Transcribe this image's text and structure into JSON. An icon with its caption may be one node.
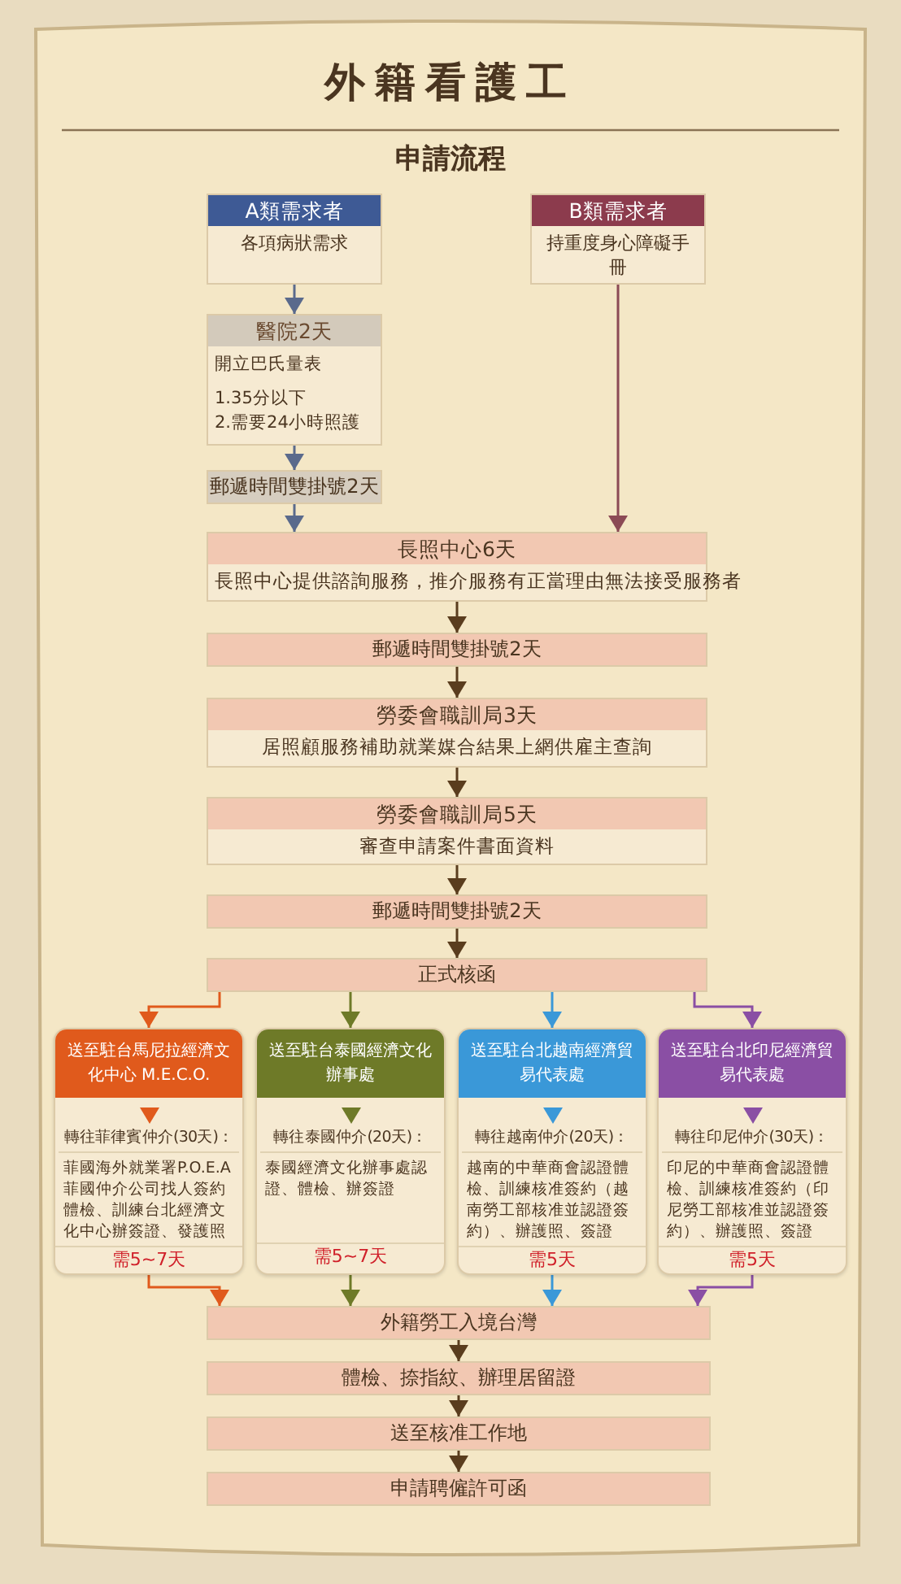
{
  "diagram": {
    "title": "外籍看護工",
    "labels": [
      "申請流程"
    ],
    "nodes": [
      {
        "text": [
          "A類需求者",
          "各項病狀需求"
        ]
      },
      {
        "text": [
          "B類需求者",
          "持重度身心障礙手冊"
        ]
      },
      {
        "text": [
          "醫院2天",
          "開立巴氏量表",
          "1.35分以下",
          "2.需要24小時照護"
        ]
      },
      {
        "text": [
          "郵遞時間雙掛號2天"
        ]
      },
      {
        "text": [
          "長照中心6天",
          "長照中心提供諮詢服務，推介服務有正當理由無法接受服務者"
        ]
      },
      {
        "text": [
          "郵遞時間雙掛號2天"
        ]
      },
      {
        "text": [
          "勞委會職訓局3天",
          "居照顧服務補助就業媒合結果上網供雇主查詢"
        ]
      },
      {
        "text": [
          "勞委會職訓局5天",
          "審查申請案件書面資料"
        ]
      },
      {
        "text": [
          "郵遞時間雙掛號2天"
        ]
      },
      {
        "text": [
          "正式核函"
        ]
      },
      {
        "text": [
          "送至駐台馬尼拉經濟文化中心 M.E.C.O.",
          "轉往菲律賓仲介(30天)：",
          "菲國海外就業署P.O.E.A菲國仲介公司找人簽約體檢、訓練台北經濟文化中心辦簽證、發護照",
          "需5~7天"
        ]
      },
      {
        "text": [
          "送至駐台泰國經濟文化辦事處",
          "轉往泰國仲介(20天)：",
          "泰國經濟文化辦事處認證、體檢、辦簽證",
          "需5~7天"
        ]
      },
      {
        "text": [
          "送至駐台北越南經濟貿易代表處",
          "轉往越南仲介(20天)：",
          "越南的中華商會認證體檢、訓練核准簽約（越南勞工部核准並認證簽約）、辦護照、簽證",
          "需5天"
        ]
      },
      {
        "text": [
          "送至駐台北印尼經濟貿易代表處",
          "轉往印尼仲介(30天)：",
          "印尼的中華商會認證體檢、訓練核准簽約（印尼勞工部核准並認證簽約）、辦護照、簽證",
          "需5天"
        ]
      },
      {
        "text": [
          "外籍勞工入境台灣"
        ]
      },
      {
        "text": [
          "體檢、捺指紋、辦理居留證"
        ]
      },
      {
        "text": [
          "送至核准工作地"
        ]
      },
      {
        "text": [
          "申請聘僱許可函"
        ]
      }
    ],
    "edges": [
      {
        "from": 0,
        "to": 2,
        "arrow": "to",
        "color": "#5a6a8c"
      },
      {
        "from": 2,
        "to": 3,
        "arrow": "to",
        "color": "#5a6a8c"
      },
      {
        "from": 3,
        "to": 4,
        "arrow": "to",
        "color": "#5a6a8c"
      },
      {
        "from": 1,
        "to": 4,
        "arrow": "to",
        "color": "#8b4a55"
      },
      {
        "from": 4,
        "to": 5,
        "arrow": "to"
      },
      {
        "from": 5,
        "to": 6,
        "arrow": "to"
      },
      {
        "from": 6,
        "to": 7,
        "arrow": "to"
      },
      {
        "from": 7,
        "to": 8,
        "arrow": "to"
      },
      {
        "from": 8,
        "to": 9,
        "arrow": "to"
      },
      {
        "from": 9,
        "to": 10,
        "arrow": "to",
        "color": "#e05a1c"
      },
      {
        "from": 9,
        "to": 11,
        "arrow": "to",
        "color": "#6e7a28"
      },
      {
        "from": 9,
        "to": 12,
        "arrow": "to",
        "color": "#3a98d8"
      },
      {
        "from": 9,
        "to": 13,
        "arrow": "to",
        "color": "#8a4fa4"
      },
      {
        "from": 10,
        "to": 14,
        "arrow": "to",
        "color": "#e05a1c"
      },
      {
        "from": 11,
        "to": 14,
        "arrow": "to",
        "color": "#6e7a28"
      },
      {
        "from": 12,
        "to": 14,
        "arrow": "to",
        "color": "#3a98d8"
      },
      {
        "from": 13,
        "to": 14,
        "arrow": "to",
        "color": "#8a4fa4"
      },
      {
        "from": 14,
        "to": 15,
        "arrow": "to"
      },
      {
        "from": 15,
        "to": 16,
        "arrow": "to"
      },
      {
        "from": 16,
        "to": 17,
        "arrow": "to"
      }
    ]
  }
}
